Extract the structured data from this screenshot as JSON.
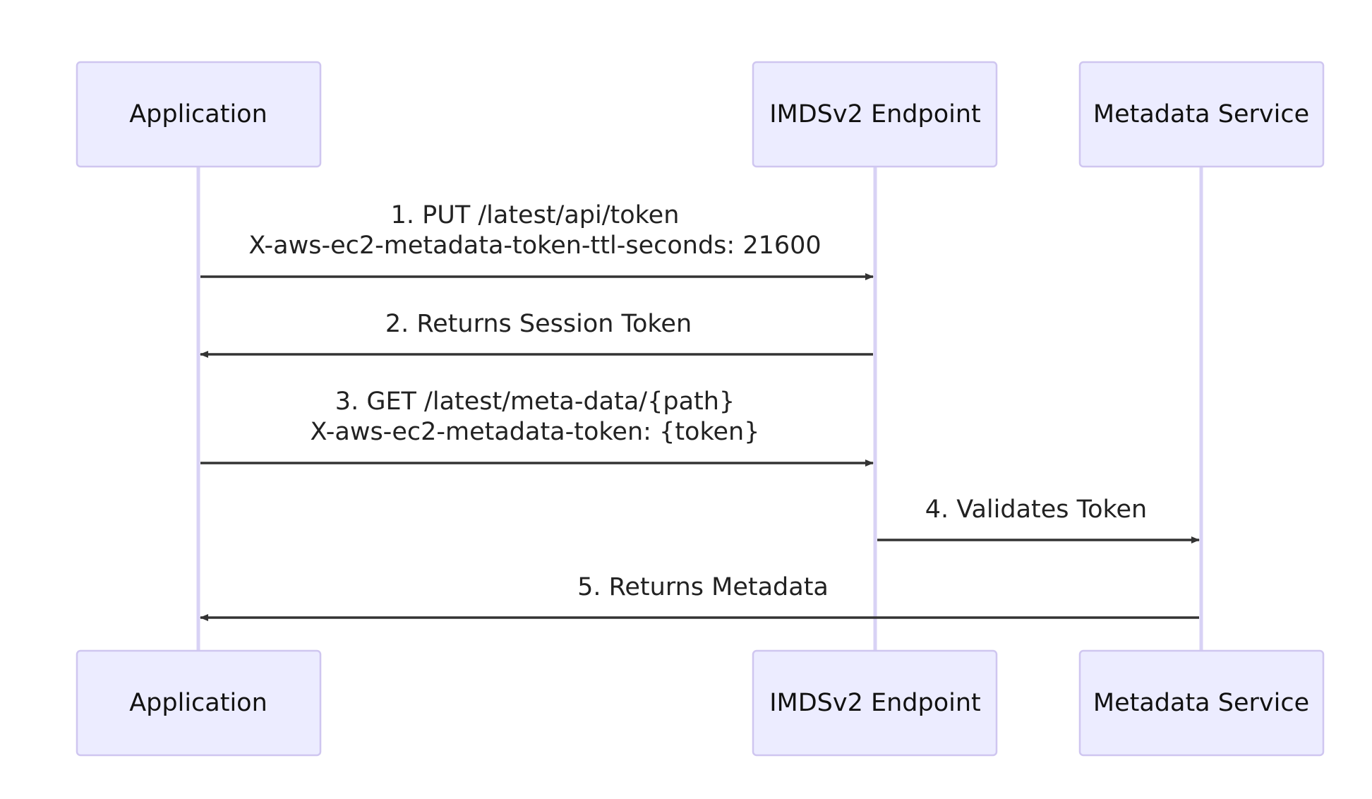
{
  "diagram": {
    "type": "sequence",
    "participants": [
      {
        "id": "app",
        "label": "Application"
      },
      {
        "id": "imds",
        "label": "IMDSv2 Endpoint"
      },
      {
        "id": "meta",
        "label": "Metadata Service"
      }
    ],
    "messages": [
      {
        "from": "app",
        "to": "imds",
        "lines": [
          "1. PUT /latest/api/token",
          "X-aws-ec2-metadata-token-ttl-seconds: 21600"
        ]
      },
      {
        "from": "imds",
        "to": "app",
        "lines": [
          "2. Returns Session Token"
        ]
      },
      {
        "from": "app",
        "to": "imds",
        "lines": [
          "3. GET /latest/meta-data/{path}",
          "X-aws-ec2-metadata-token: {token}"
        ]
      },
      {
        "from": "imds",
        "to": "meta",
        "lines": [
          "4. Validates Token"
        ]
      },
      {
        "from": "meta",
        "to": "app",
        "lines": [
          "5. Returns Metadata"
        ]
      }
    ],
    "colors": {
      "actor_fill": "#ececff",
      "actor_border": "#cfc6f0",
      "lifeline": "#d8d2f5",
      "message_line": "#333333",
      "text": "#222222"
    }
  }
}
